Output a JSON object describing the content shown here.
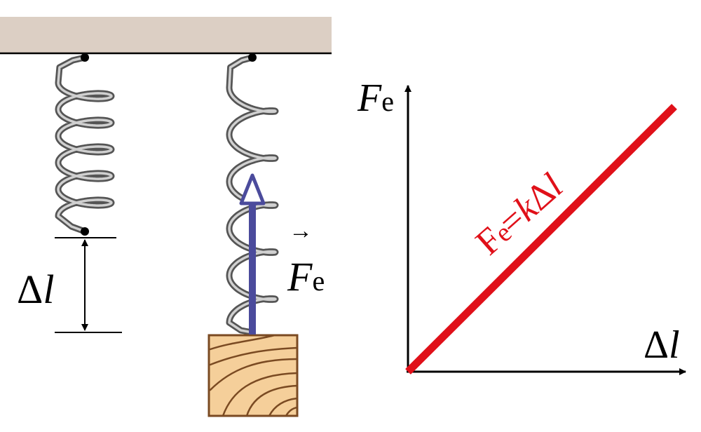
{
  "labels": {
    "delta_l_left": {
      "delta": "Δ",
      "l": "l"
    },
    "force_vector": {
      "F": "F",
      "sub": "e",
      "arrow": "→"
    },
    "y_axis": {
      "F": "F",
      "sub": "e"
    },
    "x_axis": {
      "delta": "Δ",
      "l": "l"
    },
    "law": {
      "F": "F",
      "sub": "e",
      "eq": "=",
      "k": "k",
      "delta": "Δ",
      "l": "l"
    }
  },
  "colors": {
    "ceiling": "#dccfc4",
    "spring": "#555555",
    "spring_highlight": "#d0d0d0",
    "force_arrow": "#4b4b9c",
    "law_line": "#e01019",
    "block_fill": "#f5cf9a",
    "block_grain": "#7a4a22",
    "ink": "#000000"
  },
  "chart_data": {
    "type": "line",
    "series": [
      {
        "x": [
          0,
          1
        ],
        "y": [
          0,
          1
        ]
      }
    ],
    "xlabel": "Δl",
    "ylabel": "Fe"
  }
}
